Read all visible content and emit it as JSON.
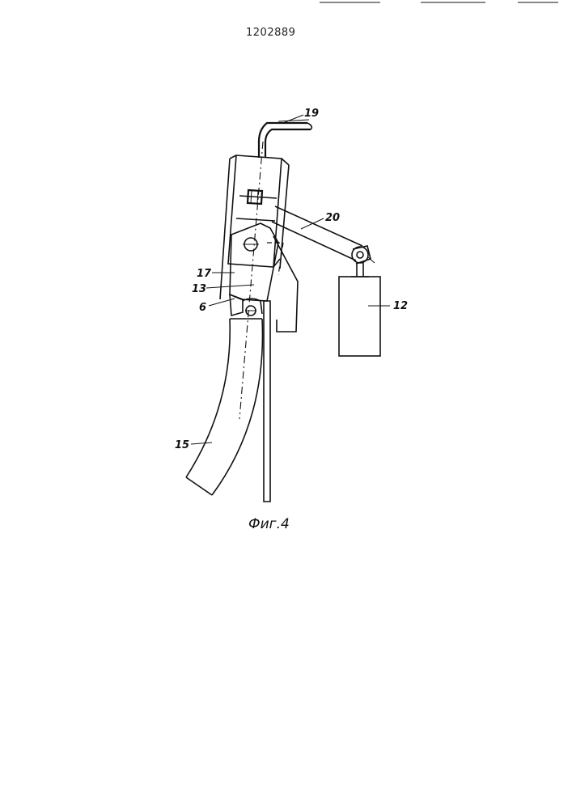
{
  "document": {
    "patent_number": "1202889",
    "figure_caption": "Фиг.4"
  },
  "labels": {
    "l19": "19",
    "l20": "20",
    "l17": "17",
    "l13": "13",
    "l6": "6",
    "l12": "12",
    "l15": "15"
  },
  "colors": {
    "ink": "#111111",
    "paper": "#ffffff"
  }
}
